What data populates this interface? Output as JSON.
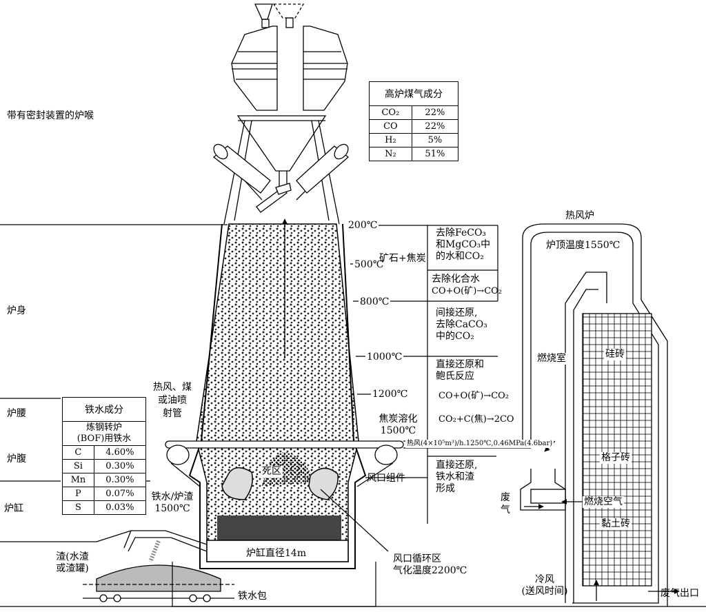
{
  "labels": {
    "throat": "带有密封装置的炉喉",
    "shaft": "炉身",
    "belly": "炉腰",
    "bosh": "炉腹",
    "hearth": "炉缸",
    "t200": "200℃",
    "t500": "500℃",
    "t800": "800℃",
    "t1000": "1000℃",
    "t1200": "1200℃",
    "ore_coke": "矿石+焦炭",
    "coke_melt_1": "焦炭溶化",
    "coke_melt_2": "1500℃",
    "injector_1": "热风、煤",
    "injector_2": "或油喷",
    "injector_3": "射管",
    "dead_zone": "死区",
    "tuyere_assembly": "风口组件",
    "iron_slag_1": "铁水/炉渣",
    "iron_slag_2": "1500℃",
    "hearth_diameter": "炉缸直径14m",
    "raceway_1": "风口循环区",
    "raceway_2": "气化温度2200℃",
    "slag_1": "渣(水渣",
    "slag_2": "或渣罐)",
    "ladle": "铁水包",
    "stove": "热风炉",
    "dome_temp": "炉顶温度1550℃",
    "combustion_chamber": "燃烧室",
    "silica_brick": "硅砖",
    "checker_brick": "格子砖",
    "combustion_air": "燃烧空气",
    "clay_brick": "黏土砖",
    "waste_gas_1": "废",
    "waste_gas_2": "气",
    "cold_blast_1": "冷风",
    "cold_blast_2": "(送风时间)",
    "flue_gas_outlet": "废气出口",
    "hot_blast": "热风(4×10⁵m³)/h.1250℃,0.46MPa(4.6bar)"
  },
  "zones": {
    "z1_l1": "去除FeCO₃",
    "z1_l2": "和MgCO₃中",
    "z1_l3": "的水和CO₂",
    "z2_l1": "去除化合水",
    "z2_l2": "CO+O(矿)→CO₂",
    "z3_l1": "间接还原,",
    "z3_l2": "去除CaCO₃",
    "z3_l3": "中的CO₂",
    "z4_l1": "直接还原和",
    "z4_l2": "鲍氏反应",
    "z5_l1": "CO+O(矿)→CO₂",
    "z5_l2": "CO₂+C(焦)→2CO",
    "z6_l1": "直接还原,",
    "z6_l2": "铁水和渣",
    "z6_l3": "形成"
  },
  "gas_table": {
    "title": "高炉煤气成分",
    "rows": [
      {
        "name": "CO₂",
        "value": "22%"
      },
      {
        "name": "CO",
        "value": "22%"
      },
      {
        "name": "H₂",
        "value": "5%"
      },
      {
        "name": "N₂",
        "value": "51%"
      }
    ]
  },
  "iron_table": {
    "title": "铁水成分",
    "subtitle_1": "炼钢转炉",
    "subtitle_2": "(BOF)用铁水",
    "rows": [
      {
        "name": "C",
        "value": "4.60%"
      },
      {
        "name": "Si",
        "value": "0.30%"
      },
      {
        "name": "Mn",
        "value": "0.30%"
      },
      {
        "name": "P",
        "value": "0.07%"
      },
      {
        "name": "S",
        "value": "0.03%"
      }
    ]
  }
}
